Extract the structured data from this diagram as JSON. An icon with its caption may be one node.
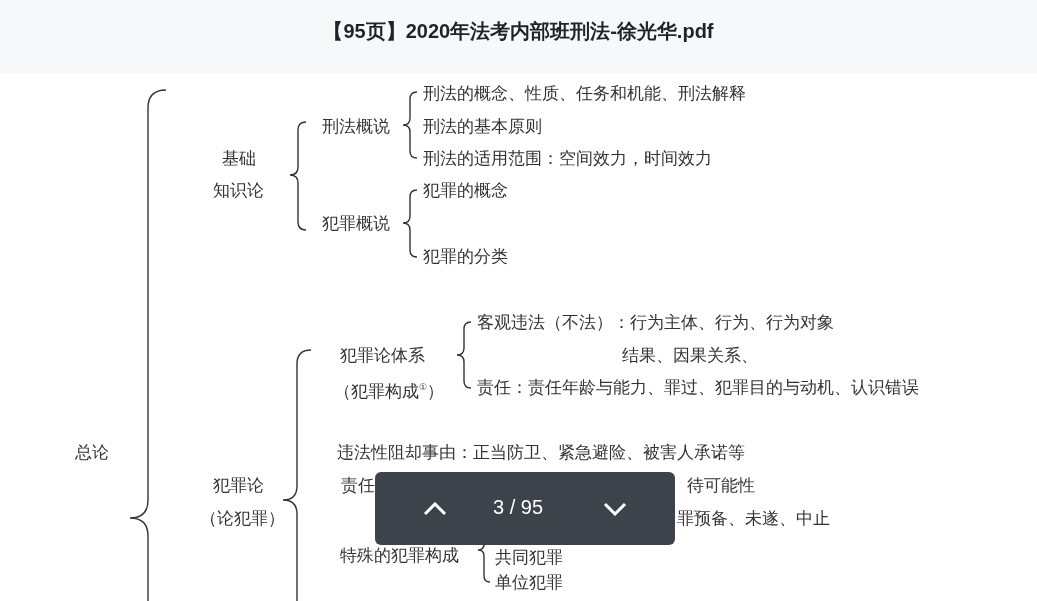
{
  "diagram": {
    "title": "【95页】2020年法考内部班刑法-徐光华.pdf",
    "labels": [
      "总论",
      "基础",
      "知识论",
      "刑法概说",
      "刑法的概念、性质、任务和机能、刑法解释",
      "刑法的基本原则",
      "刑法的适用范围：空间效力，时间效力",
      "犯罪概说",
      "犯罪的概念",
      "犯罪的分类",
      "犯罪论体系",
      "（犯罪构成$^{①}$）",
      "客观违法（不法）：行为主体、行为、行为对象",
      "结果、因果关系、",
      "责任：责任年龄与能力、罪过、犯罪目的与动机、认识错误",
      "违法性阻却事由：正当防卫、紧急避险、被害人承诺等",
      "犯罪论",
      "（论犯罪）",
      "责任",
      "待可能性",
      "罪预备、未遂、中止",
      "特殊的犯罪构成",
      "共同犯罪",
      "单位犯罪",
      "3 / 95"
    ]
  }
}
